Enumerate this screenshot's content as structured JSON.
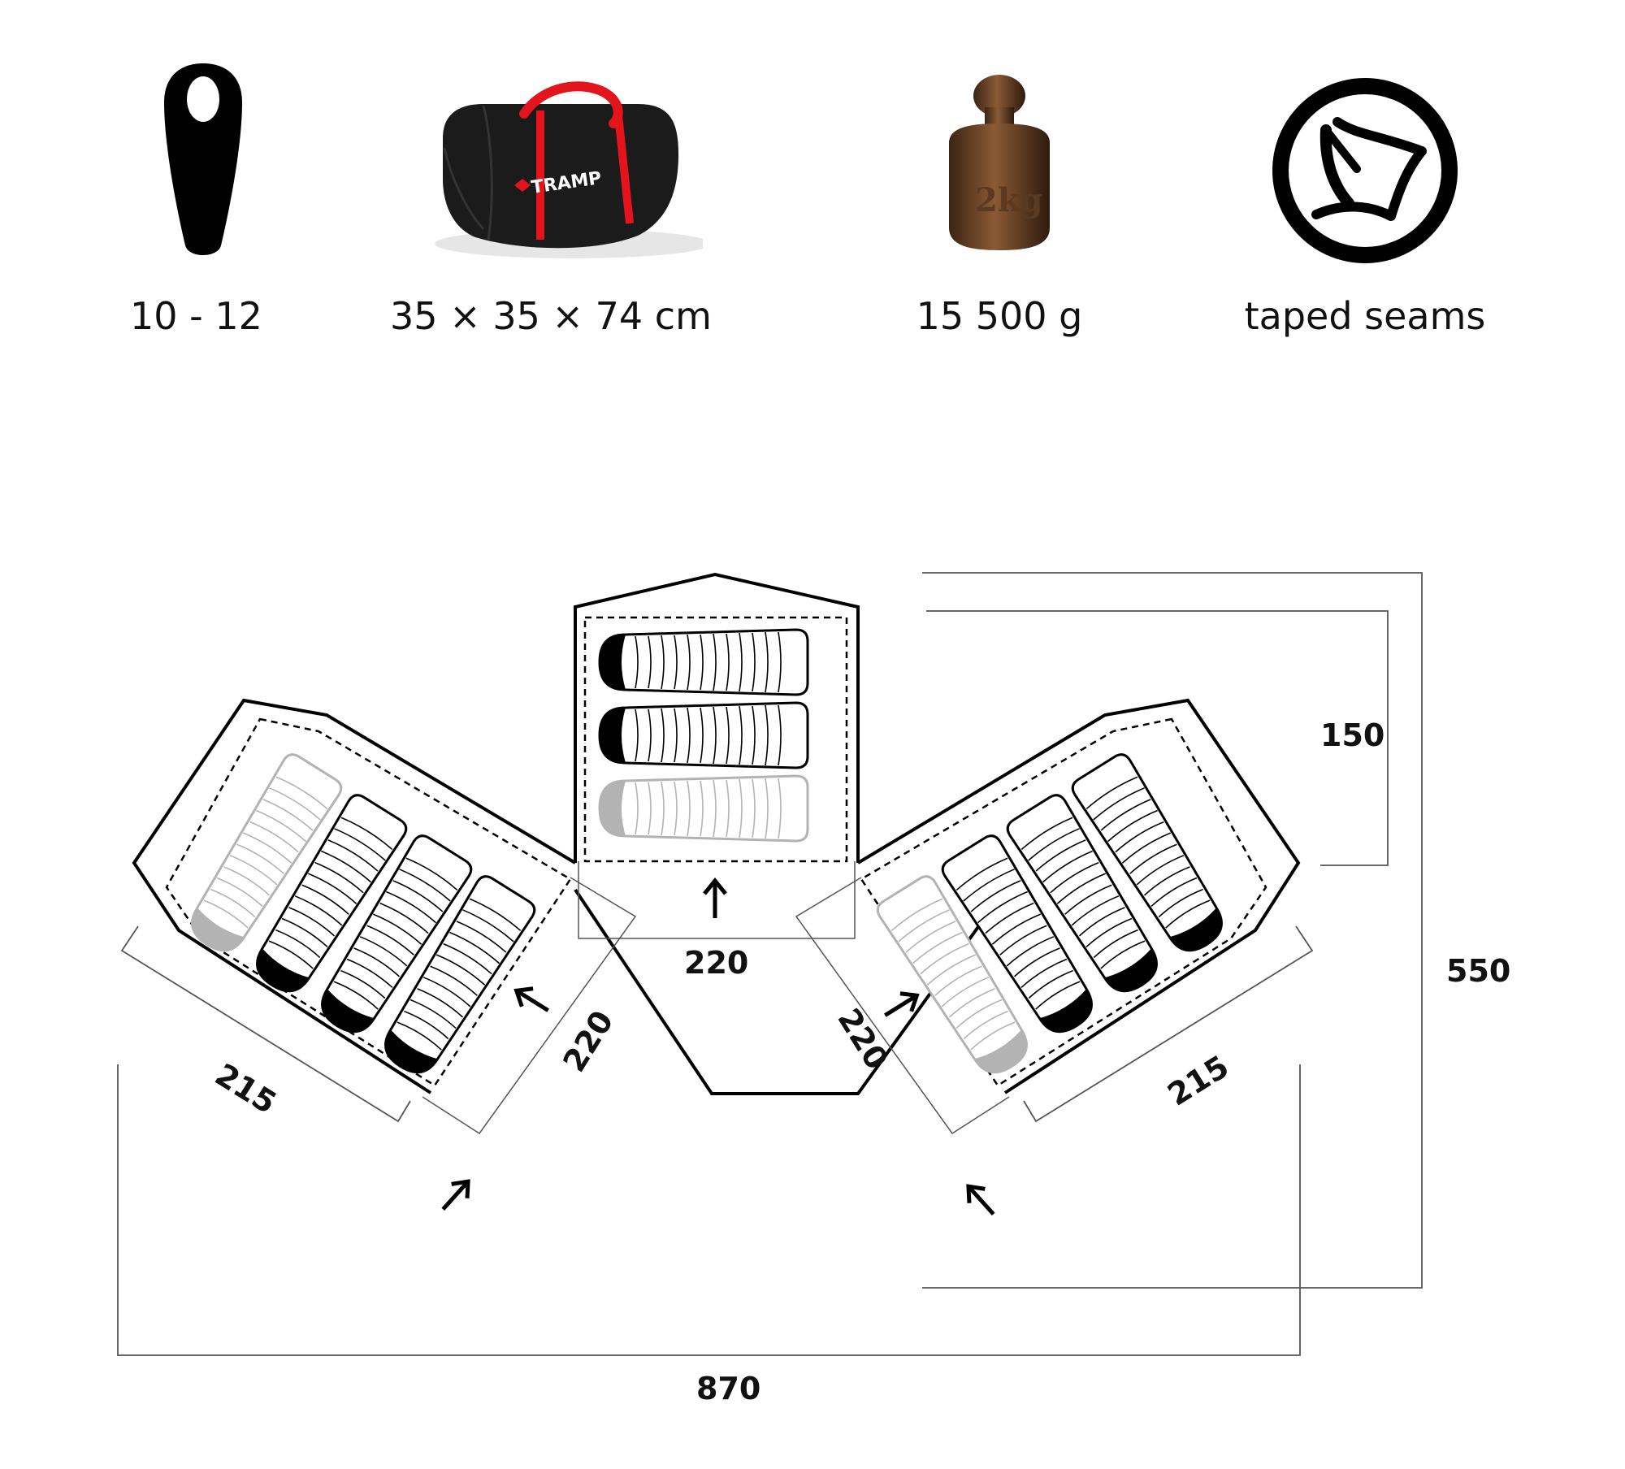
{
  "specs": {
    "persons": {
      "icon": "person-capacity-icon",
      "label": "10 - 12"
    },
    "pack_size": {
      "icon": "carry-bag-icon",
      "label": "35 × 35 × 74 cm",
      "bag_brand": "TRAMP",
      "accent_color": "#e3141c"
    },
    "weight": {
      "icon": "weight-icon",
      "label": "15 500 g",
      "weight_mark": "2kg"
    },
    "seams": {
      "icon": "taped-seams-icon",
      "label": "taped seams"
    }
  },
  "floor_plan": {
    "dimensions": {
      "total_width": "870",
      "total_depth": "550",
      "center_room_depth": "150",
      "center_room_width": "220",
      "left_room_width": "220",
      "right_room_width": "220",
      "left_room_length": "215",
      "right_room_length": "215"
    },
    "colors": {
      "line": "#000000",
      "sleeper_dim": "#b3b3b3",
      "dim_line": "#555555"
    }
  }
}
